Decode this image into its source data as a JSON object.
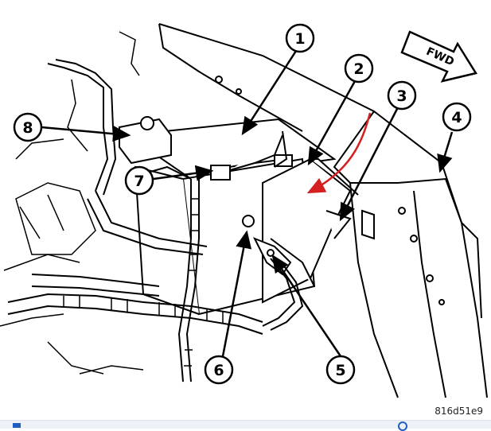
{
  "diagram": {
    "direction_label": "FWD",
    "reference_code": "816d51e9",
    "callouts": [
      {
        "id": "1",
        "label": "1"
      },
      {
        "id": "2",
        "label": "2"
      },
      {
        "id": "3",
        "label": "3"
      },
      {
        "id": "4",
        "label": "4"
      },
      {
        "id": "5",
        "label": "5"
      },
      {
        "id": "6",
        "label": "6"
      },
      {
        "id": "7",
        "label": "7"
      },
      {
        "id": "8",
        "label": "8"
      }
    ],
    "colors": {
      "line": "#000000",
      "annotation_arrow": "#d42020",
      "toolbar_accent": "#1f5fbf"
    }
  },
  "toolbar": {
    "left_icon": "square-icon",
    "right_icon": "circle-icon"
  }
}
